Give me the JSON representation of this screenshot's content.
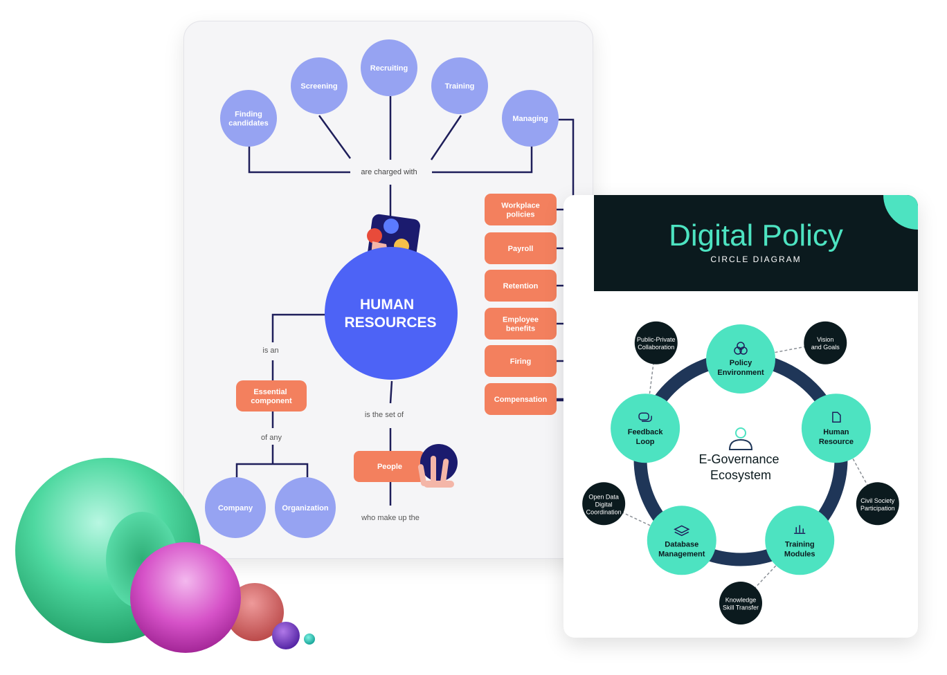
{
  "hr_map": {
    "center": [
      "HUMAN",
      "RESOURCES"
    ],
    "top_nodes": [
      {
        "lines": [
          "Finding",
          "candidates"
        ]
      },
      {
        "lines": [
          "Screening"
        ]
      },
      {
        "lines": [
          "Recruiting"
        ]
      },
      {
        "lines": [
          "Training"
        ]
      },
      {
        "lines": [
          "Managing"
        ]
      }
    ],
    "connector_top": "are charged with",
    "duties": [
      {
        "lines": [
          "Workplace",
          "policies"
        ]
      },
      {
        "lines": [
          "Payroll"
        ]
      },
      {
        "lines": [
          "Retention"
        ]
      },
      {
        "lines": [
          "Employee",
          "benefits"
        ]
      },
      {
        "lines": [
          "Firing"
        ]
      },
      {
        "lines": [
          "Compensation"
        ]
      }
    ],
    "is_an": "is an",
    "essential": [
      "Essential",
      "component"
    ],
    "of_any": "of any",
    "company": "Company",
    "organization": "Organization",
    "is_the_set_of": "is the set of",
    "people": "People",
    "who_make_up": "who make up the"
  },
  "digital_policy": {
    "title": "Digital Policy",
    "subtitle": "CIRCLE DIAGRAM",
    "center": [
      "E-Governance",
      "Ecosystem"
    ],
    "nodes": [
      {
        "lines": [
          "Policy",
          "Environment"
        ],
        "icon": "triangle-circles-icon"
      },
      {
        "lines": [
          "Human",
          "Resource"
        ],
        "icon": "document-icon"
      },
      {
        "lines": [
          "Training",
          "Modules"
        ],
        "icon": "chart-icon"
      },
      {
        "lines": [
          "Database",
          "Management"
        ],
        "icon": "layers-icon"
      },
      {
        "lines": [
          "Feedback",
          "Loop"
        ],
        "icon": "chat-bubbles-icon"
      }
    ],
    "satellites": [
      {
        "lines": [
          "Vision",
          "and Goals"
        ]
      },
      {
        "lines": [
          "Civil Society",
          "Participation"
        ]
      },
      {
        "lines": [
          "Knowledge",
          "Skill Transfer"
        ]
      },
      {
        "lines": [
          "Open Data",
          "Digital",
          "Coordination"
        ]
      },
      {
        "lines": [
          "Public-Private",
          "Collaboration"
        ]
      }
    ]
  },
  "colors": {
    "periwinkle": "#96a3f2",
    "hr_blue": "#4d63f6",
    "orange": "#f3805e",
    "line_navy": "#1e1e5a",
    "teal": "#4de3c1",
    "ring_navy": "#1f3658",
    "dark": "#0b1a1e"
  }
}
